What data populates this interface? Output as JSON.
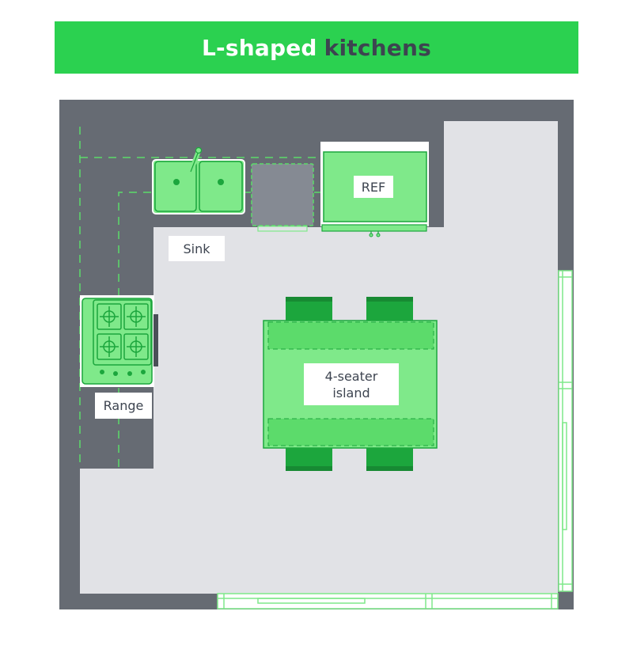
{
  "header": {
    "title_part1": "L-shaped",
    "title_part2": "kitchens"
  },
  "labels": {
    "ref": "REF",
    "sink": "Sink",
    "range": "Range",
    "island_line1": "4-seater",
    "island_line2": "island"
  },
  "colors": {
    "banner_green": "#2bd150",
    "wall": "#666b73",
    "floor": "#e1e2e6",
    "appliance_light": "#7fe98a",
    "appliance_mid": "#5cdb6b",
    "chair_dark": "#1ca63d",
    "title_dark": "#3d4450"
  }
}
